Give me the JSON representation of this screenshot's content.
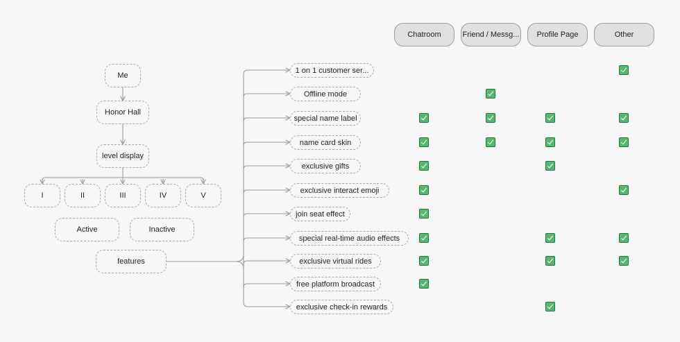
{
  "tree": {
    "me": "Me",
    "honor_hall": "Honor Hall",
    "level_display": "level display",
    "levels": [
      "I",
      "II",
      "III",
      "IV",
      "V"
    ],
    "active": "Active",
    "inactive": "Inactive",
    "features_root": "features"
  },
  "columns": [
    "Chatroom",
    "Friend / Messg...",
    "Profile Page",
    "Other"
  ],
  "features": [
    {
      "label": "1 on 1 customer ser...",
      "checks": [
        false,
        false,
        false,
        true
      ]
    },
    {
      "label": "Offline mode",
      "checks": [
        false,
        true,
        false,
        false
      ]
    },
    {
      "label": "special name label",
      "checks": [
        true,
        true,
        true,
        true
      ]
    },
    {
      "label": "name card skin",
      "checks": [
        true,
        true,
        true,
        true
      ]
    },
    {
      "label": "exclusive gifts",
      "checks": [
        true,
        false,
        true,
        false
      ]
    },
    {
      "label": "exclusive interact emoji",
      "checks": [
        true,
        false,
        false,
        true
      ]
    },
    {
      "label": "join seat effect",
      "checks": [
        true,
        false,
        false,
        false
      ]
    },
    {
      "label": "special real-time audio effects",
      "checks": [
        true,
        false,
        true,
        true
      ]
    },
    {
      "label": "exclusive virtual rides",
      "checks": [
        true,
        false,
        true,
        true
      ]
    },
    {
      "label": "free platform broadcast",
      "checks": [
        true,
        false,
        false,
        false
      ]
    },
    {
      "label": "exclusive check-in rewards",
      "checks": [
        false,
        false,
        true,
        false
      ]
    }
  ],
  "colors": {
    "check_fill": "#58b673",
    "check_border": "#1f7a3b",
    "header_fill": "#e0e0e0",
    "connector": "#9a9a9a"
  }
}
